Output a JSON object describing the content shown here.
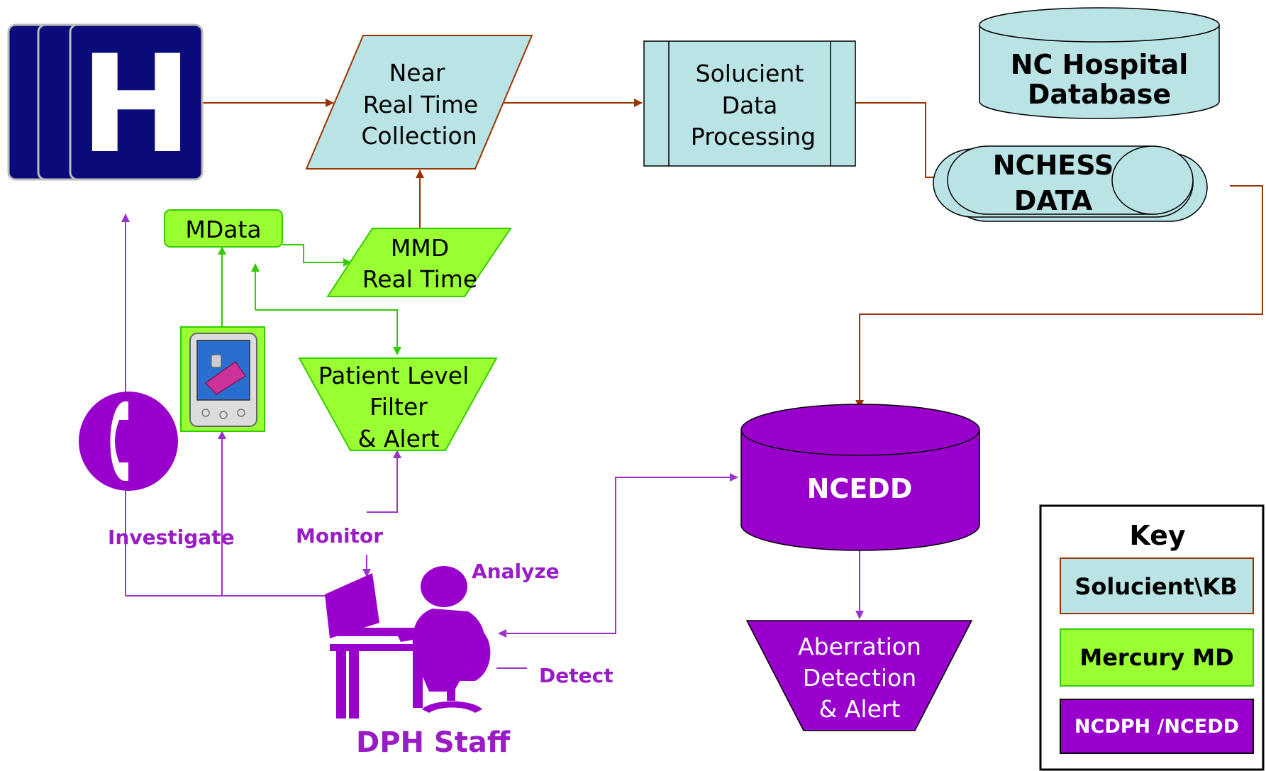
{
  "colors": {
    "solucient": "#b9e3e5",
    "mercury": "#99ff33",
    "ncdph": "#9900cc",
    "brown_line": "#993300",
    "green_line": "#33cc00",
    "purple_line": "#9933cc",
    "hospital_blue": "#0a0a7a"
  },
  "hospital": {
    "icon": "hospital-sign-icon",
    "letter": "H"
  },
  "nodes": {
    "near_real_time": [
      "Near",
      "Real Time",
      "Collection"
    ],
    "solucient_processing": [
      "Solucient",
      "Data",
      "Processing"
    ],
    "nc_hospital_db": [
      "NC Hospital",
      "Database"
    ],
    "nchess_data": [
      "NCHESS",
      "DATA"
    ],
    "mdata": "MData",
    "mmd_real_time": [
      "MMD",
      "Real Time"
    ],
    "patient_filter": [
      "Patient Level",
      "Filter",
      "& Alert"
    ],
    "ncedd": "NCEDD",
    "aberration": [
      "Aberration",
      "Detection",
      "& Alert"
    ]
  },
  "actions": {
    "investigate": "Investigate",
    "monitor": "Monitor",
    "analyze": "Analyze",
    "detect": "Detect",
    "dph_staff": "DPH Staff"
  },
  "icons": {
    "phone": "phone-icon",
    "pda": "pda-device-icon",
    "staff": "staff-at-computer-icon"
  },
  "key": {
    "title": "Key",
    "items": [
      "Solucient\\KB",
      "Mercury MD",
      "NCDPH /NCEDD"
    ]
  }
}
